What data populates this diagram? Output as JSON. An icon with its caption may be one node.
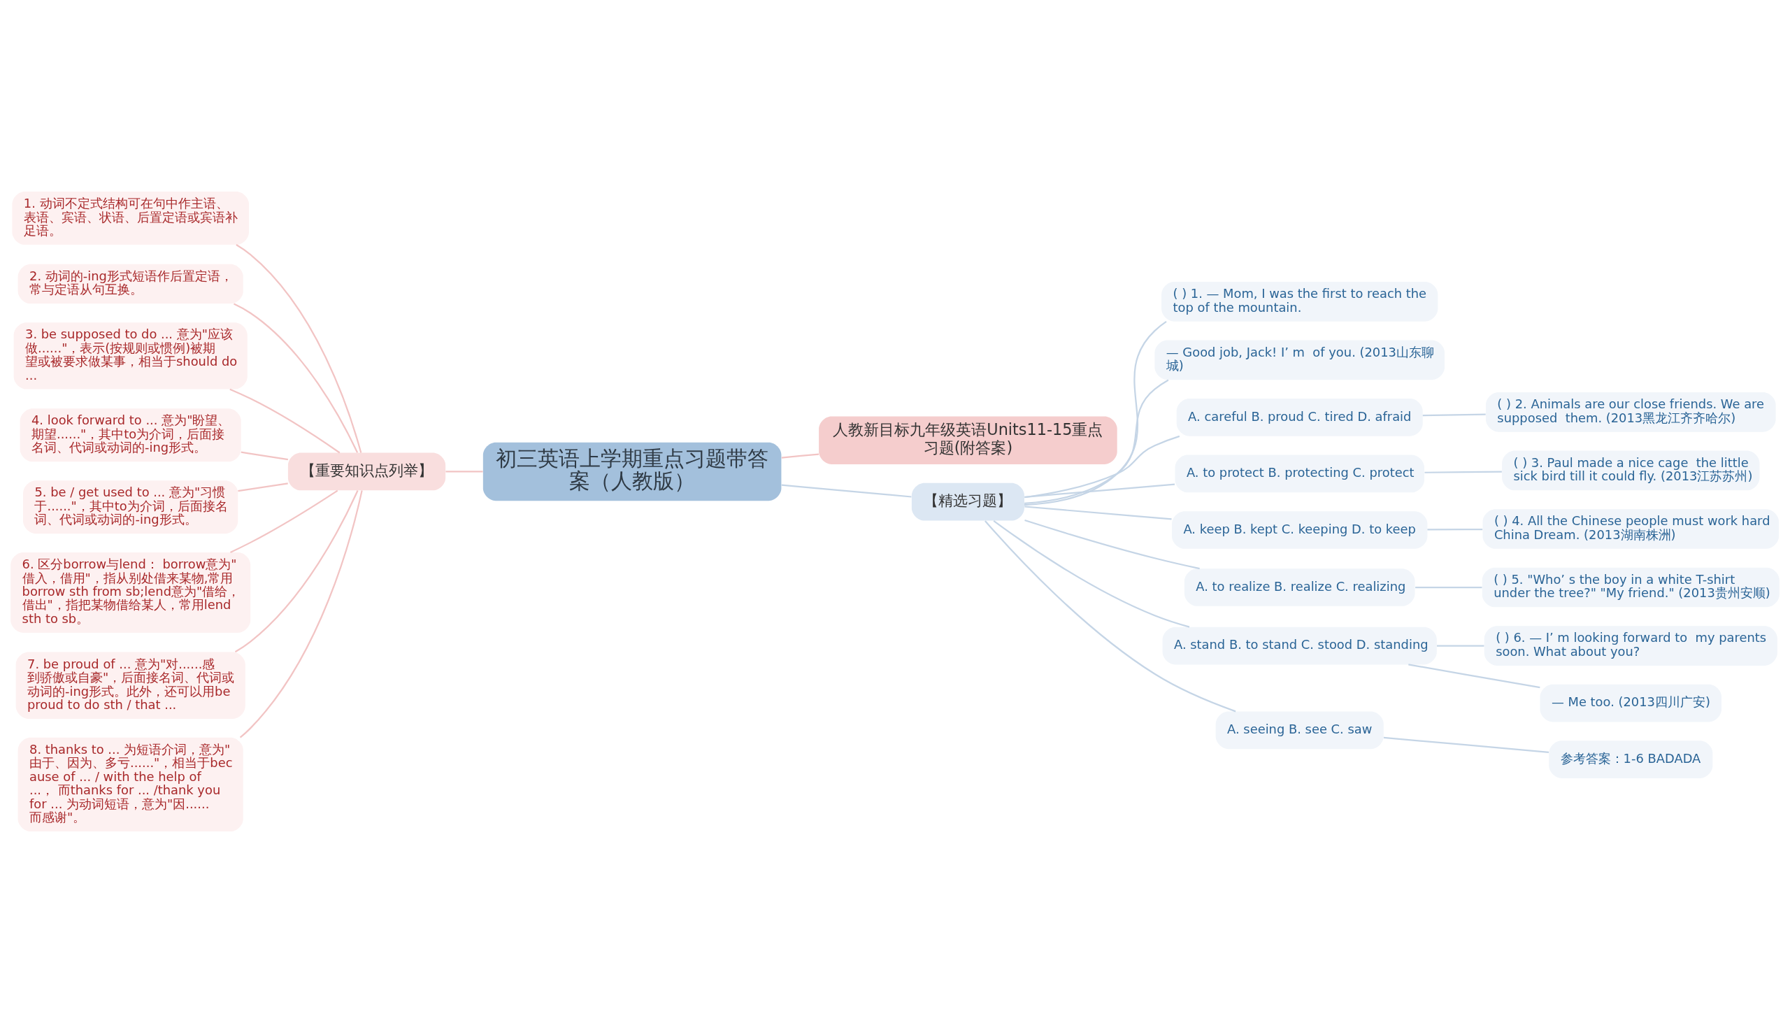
{
  "diagram": {
    "nodes": [
      {
        "text": [
          "初三英语上学期重点习题带答案（人教版）"
        ]
      },
      {
        "text": [
          "人教新目标九年级英语Units11-15重点习题(附答案)"
        ]
      },
      {
        "text": [
          "【精选习题】"
        ]
      },
      {
        "text": [
          "【重要知识点列举】"
        ]
      },
      {
        "text": [
          "1. 动词不定式结构可在句中作主语、表语、宾语、状语、后置定语或宾语补足语。"
        ]
      },
      {
        "text": [
          "2. 动词的-ing形式短语作后置定语，常与定语从句互换。"
        ]
      },
      {
        "text": [
          "3. be supposed to do ... 意为\"应该做......\"，表示(按规则或惯例)被期望或被要求做某事，相当于should do ..."
        ]
      },
      {
        "text": [
          "4. look forward to ... 意为\"盼望、期望......\"，其中to为介词，后面接名词、代词或动词的-ing形式。"
        ]
      },
      {
        "text": [
          "5. be / get used to ... 意为\"习惯于......\"，其中to为介词，后面接名词、代词或动词的-ing形式。"
        ]
      },
      {
        "text": [
          "6. 区分borrow与lend： borrow意为\"借入，借用\"，指从别处借来某物,常用borrow sth from sb;lend意为\"借给，借出\"，指把某物借给某人，常用lend sth to sb。"
        ]
      },
      {
        "text": [
          "7. be proud of ... 意为\"对......感到骄傲或自豪\"，后面接名词、代词或动词的-ing形式。此外，还可以用be proud to do sth / that ..."
        ]
      },
      {
        "text": [
          "8. thanks to ... 为短语介词，意为\"由于、因为、多亏......\"，相当于because of ... / with the help of ...， 而thanks for ... /thank you for ... 为动词短语，意为\"因......而感谢\"。"
        ]
      },
      {
        "text": [
          "( ) 1. — Mom, I was the first to reach the top of the mountain."
        ]
      },
      {
        "text": [
          "— Good job, Jack! I’ m  of you. (2013山东聊城)"
        ]
      },
      {
        "text": [
          "A. careful B. proud C. tired D. afraid"
        ]
      },
      {
        "text": [
          "( ) 2. Animals are our close friends. We are supposed  them. (2013黑龙江齐齐哈尔)"
        ]
      },
      {
        "text": [
          "A. to protect B. protecting C. protect"
        ]
      },
      {
        "text": [
          "( ) 3. Paul made a nice cage  the little sick bird till it could fly. (2013江苏苏州)"
        ]
      },
      {
        "text": [
          "A. keep B. kept C. keeping D. to keep"
        ]
      },
      {
        "text": [
          "( ) 4. All the Chinese people must work hard  China Dream. (2013湖南株洲)"
        ]
      },
      {
        "text": [
          "A. to realize B. realize C. realizing"
        ]
      },
      {
        "text": [
          "( ) 5. \"Who’ s the boy in a white T-shirt under the tree?\" \"My friend.\" (2013贵州安顺)"
        ]
      },
      {
        "text": [
          "A. stand B. to stand C. stood D. standing"
        ]
      },
      {
        "text": [
          "( ) 6. — I’ m looking forward to  my parents soon. What about you?"
        ]
      },
      {
        "text": [
          "— Me too. (2013四川广安)"
        ]
      },
      {
        "text": [
          "A. seeing B. see C. saw"
        ]
      },
      {
        "text": [
          "参考答案：1-6 BADADA"
        ]
      }
    ],
    "edges": [
      {
        "from": 0,
        "to": 1,
        "arrow": "none",
        "color": "#f2c4c4"
      },
      {
        "from": 0,
        "to": 2,
        "arrow": "none"
      },
      {
        "from": 0,
        "to": 3,
        "arrow": "none",
        "color": "#f2c4c4"
      },
      {
        "from": 3,
        "to": 4,
        "arrow": "none",
        "color": "#f2c4c4"
      },
      {
        "from": 3,
        "to": 5,
        "arrow": "none",
        "color": "#f2c4c4"
      },
      {
        "from": 3,
        "to": 6,
        "arrow": "none",
        "color": "#f2c4c4"
      },
      {
        "from": 3,
        "to": 7,
        "arrow": "none",
        "color": "#f2c4c4"
      },
      {
        "from": 3,
        "to": 8,
        "arrow": "none",
        "color": "#f2c4c4"
      },
      {
        "from": 3,
        "to": 9,
        "arrow": "none",
        "color": "#f2c4c4"
      },
      {
        "from": 3,
        "to": 10,
        "arrow": "none",
        "color": "#f2c4c4"
      },
      {
        "from": 3,
        "to": 11,
        "arrow": "none",
        "color": "#f2c4c4"
      },
      {
        "from": 2,
        "to": 12,
        "arrow": "none"
      },
      {
        "from": 2,
        "to": 13,
        "arrow": "none"
      },
      {
        "from": 2,
        "to": 14,
        "arrow": "none"
      },
      {
        "from": 14,
        "to": 15,
        "arrow": "none"
      },
      {
        "from": 2,
        "to": 16,
        "arrow": "none"
      },
      {
        "from": 16,
        "to": 17,
        "arrow": "none"
      },
      {
        "from": 2,
        "to": 18,
        "arrow": "none"
      },
      {
        "from": 18,
        "to": 19,
        "arrow": "none"
      },
      {
        "from": 2,
        "to": 20,
        "arrow": "none"
      },
      {
        "from": 20,
        "to": 21,
        "arrow": "none"
      },
      {
        "from": 2,
        "to": 22,
        "arrow": "none"
      },
      {
        "from": 22,
        "to": 23,
        "arrow": "none"
      },
      {
        "from": 22,
        "to": 24,
        "arrow": "none"
      },
      {
        "from": 2,
        "to": 25,
        "arrow": "none"
      },
      {
        "from": 25,
        "to": 26,
        "arrow": "none"
      }
    ]
  }
}
